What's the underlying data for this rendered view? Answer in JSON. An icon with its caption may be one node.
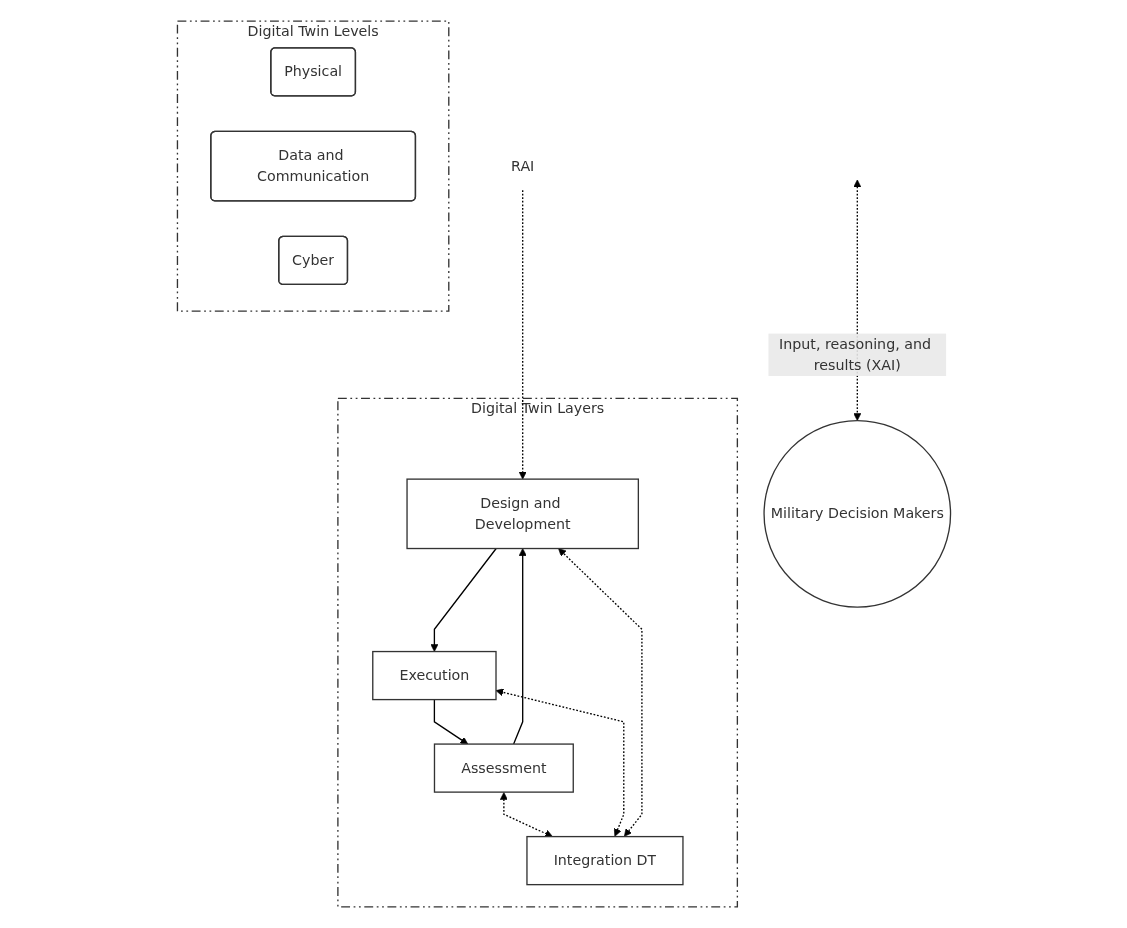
{
  "diagram": {
    "nodes": [
      {
        "text": [
          "RAI"
        ]
      },
      {
        "text": [
          "Digital Twin Layers"
        ]
      },
      {
        "text": [
          "Design and Development"
        ],
        "in": 1
      },
      {
        "text": [
          "Execution"
        ],
        "in": 1
      },
      {
        "text": [
          "Assessment"
        ],
        "in": 1
      },
      {
        "text": [
          "Integration DT"
        ],
        "in": 1
      },
      {
        "text": [
          "Digital Twin Levels"
        ]
      },
      {
        "text": [
          "Physical"
        ],
        "in": 6
      },
      {
        "text": [
          "Data and Communication"
        ],
        "in": 6
      },
      {
        "text": [
          "Cyber"
        ],
        "in": 6
      },
      {
        "text": [
          "Military Decision Makers"
        ]
      }
    ],
    "edges": [
      {
        "from": 0,
        "to": 2,
        "arrow": "to",
        "style": "dashed"
      },
      {
        "from": 2,
        "to": 3,
        "arrow": "to"
      },
      {
        "from": 3,
        "to": 4,
        "arrow": "to"
      },
      {
        "from": 4,
        "to": 2,
        "arrow": "to"
      },
      {
        "from": 4,
        "to": 5,
        "arrow": "both",
        "style": "dashed"
      },
      {
        "from": 5,
        "to": 3,
        "arrow": "both",
        "style": "dashed"
      },
      {
        "from": 5,
        "to": 2,
        "arrow": "both",
        "style": "dashed"
      },
      {
        "from": null,
        "to": 10,
        "arrow": "both",
        "style": "dashed",
        "label": "Input, reasoning, and results (XAI)"
      }
    ]
  }
}
